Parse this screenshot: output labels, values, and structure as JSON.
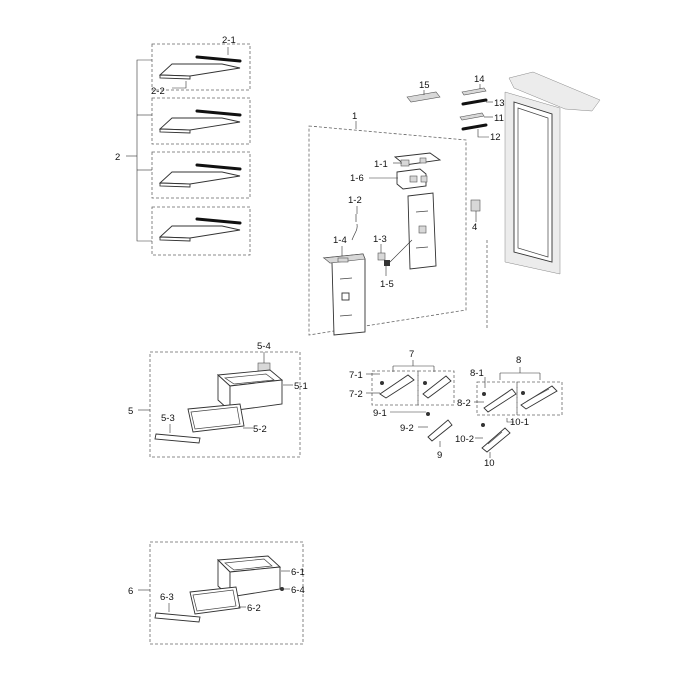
{
  "labels": {
    "l_2_1": "2-1",
    "l_2_2": "2-2",
    "l_2": "2",
    "l_15": "15",
    "l_14": "14",
    "l_13": "13",
    "l_11": "11",
    "l_12": "12",
    "l_1": "1",
    "l_1_1": "1-1",
    "l_1_6": "1-6",
    "l_1_2": "1-2",
    "l_1_3": "1-3",
    "l_1_4": "1-4",
    "l_1_5": "1-5",
    "l_4": "4",
    "l_5_4": "5-4",
    "l_5_1": "5-1",
    "l_5": "5",
    "l_5_3": "5-3",
    "l_5_2": "5-2",
    "l_7": "7",
    "l_7_1": "7-1",
    "l_7_2": "7-2",
    "l_8": "8",
    "l_8_1": "8-1",
    "l_8_2": "8-2",
    "l_9_1": "9-1",
    "l_9_2": "9-2",
    "l_9": "9",
    "l_10_1": "10-1",
    "l_10_2": "10-2",
    "l_10": "10",
    "l_6": "6",
    "l_6_1": "6-1",
    "l_6_4": "6-4",
    "l_6_3": "6-3",
    "l_6_2": "6-2"
  },
  "colors": {
    "line": "#333333",
    "dash": "#666666",
    "background": "#ffffff"
  }
}
